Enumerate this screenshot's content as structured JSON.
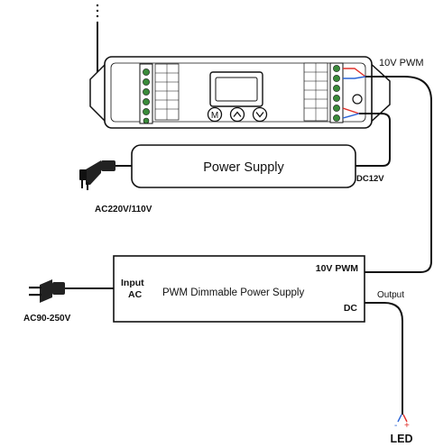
{
  "controller": {
    "buttons": [
      "M",
      "∧",
      "∨"
    ]
  },
  "power_supply": {
    "title": "Power Supply",
    "output_label": "DC12V",
    "input_label": "AC220V/110V"
  },
  "pwm_output_label": "10V PWM",
  "dimmable_supply": {
    "title": "PWM Dimmable Power Supply",
    "input_line1": "Input",
    "input_line2": "AC",
    "pwm_label": "10V PWM",
    "dc_label": "DC",
    "output_label": "Output",
    "ac_input_label": "AC90-250V"
  },
  "led_label": "LED",
  "led_polarity": [
    "-",
    "+"
  ],
  "colors": {
    "line": "#111111",
    "wire_red": "#e0302a",
    "wire_blue": "#2a63d6",
    "terminal_green": "#3a8a3a"
  }
}
